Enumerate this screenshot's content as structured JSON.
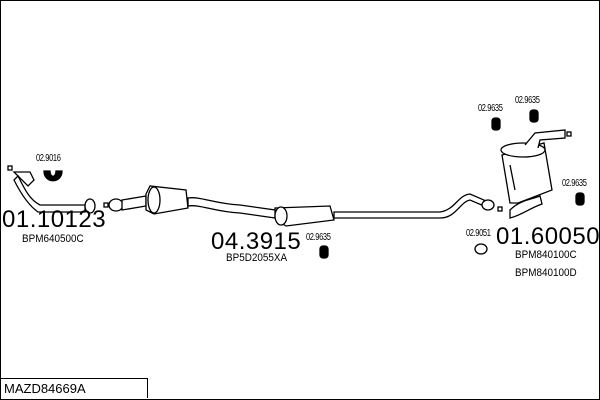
{
  "reference": "MAZD84669A",
  "parts": [
    {
      "number": "01.10123",
      "oem": [
        "BPM640500C"
      ]
    },
    {
      "number": "04.3915",
      "oem": [
        "BP5D2055XA"
      ]
    },
    {
      "number": "01.60050",
      "oem": [
        "BPM840100C",
        "BPM840100D"
      ]
    }
  ],
  "fittings": [
    "02.9016",
    "02.9635",
    "02.9635",
    "02.9635",
    "02.9635",
    "02.9051"
  ]
}
